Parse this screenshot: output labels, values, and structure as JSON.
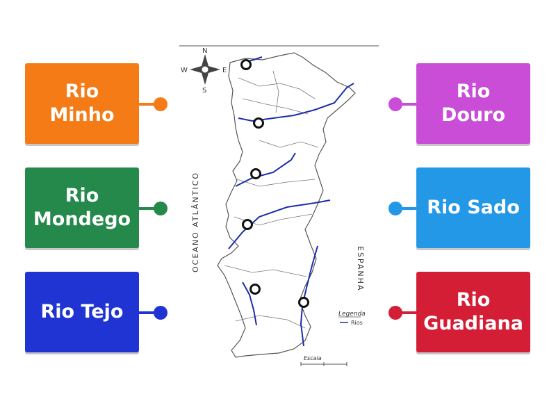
{
  "cards": [
    {
      "label": "Rio Minho",
      "color": "#f47b16",
      "line": "#f47b16"
    },
    {
      "label": "Rio Mondego",
      "color": "#24894a",
      "line": "#24894a"
    },
    {
      "label": "Rio Tejo",
      "color": "#2034d4",
      "line": "#2034d4"
    },
    {
      "label": "Rio Douro",
      "color": "#c94dd6",
      "line": "#c94dd6"
    },
    {
      "label": "Rio Sado",
      "color": "#2298e6",
      "line": "#2298e6"
    },
    {
      "label": "Rio Guadiana",
      "color": "#d41e36",
      "line": "#d41e36"
    }
  ],
  "map": {
    "compass": {
      "n": "N",
      "s": "S",
      "e": "E",
      "w": "W"
    },
    "ocean_label": "OCEANO ATLÂNTICO",
    "spain_label": "ESPANHA",
    "legend_title": "Legenda",
    "legend_rios": "Rios",
    "scale_label": "Escala"
  }
}
